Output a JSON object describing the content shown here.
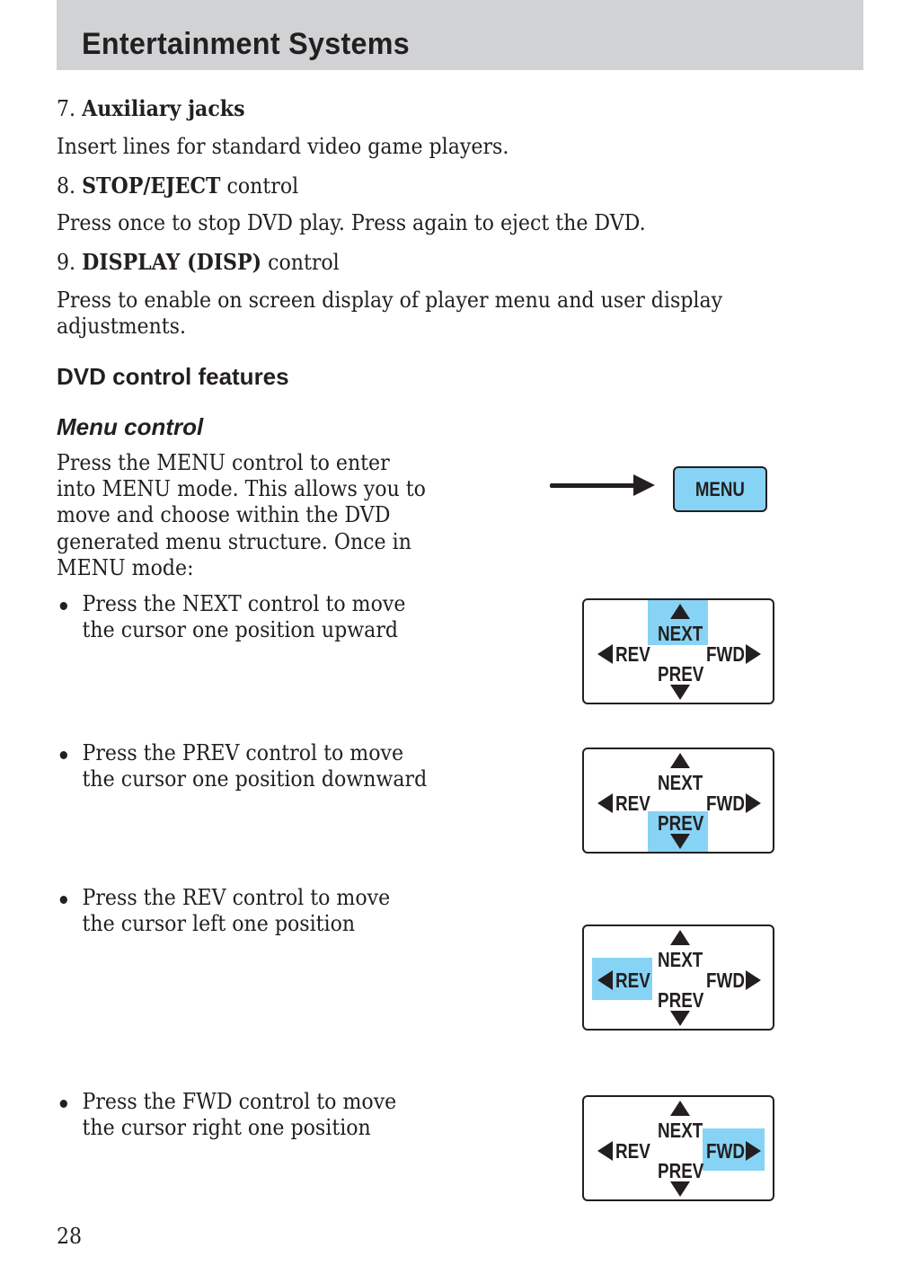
{
  "header": {
    "title": "Entertainment Systems"
  },
  "items": [
    {
      "number": "7.",
      "bold": "Auxiliary jacks",
      "suffix": "",
      "description": "Insert lines for standard video game players."
    },
    {
      "number": "8.",
      "bold": "STOP/EJECT",
      "suffix": " control",
      "description": "Press once to stop DVD play. Press again to eject the DVD."
    },
    {
      "number": "9.",
      "bold": "DISPLAY (DISP)",
      "suffix": " control",
      "description_lines": [
        "Press to enable on screen display of player menu and user display",
        "adjustments."
      ]
    }
  ],
  "section": {
    "title": "DVD control features"
  },
  "subsection": {
    "title": "Menu control",
    "intro_lines": [
      "Press the MENU control to enter",
      "into MENU mode. This allows you to",
      "move and choose within the DVD",
      "generated menu structure. Once in",
      "MENU mode:"
    ]
  },
  "bullets": [
    {
      "lines": [
        "Press the NEXT control to move",
        "the cursor one position upward"
      ],
      "highlight": "next"
    },
    {
      "lines": [
        "Press the PREV control to move",
        "the cursor one position downward"
      ],
      "highlight": "prev"
    },
    {
      "lines": [
        "Press the REV control to move",
        "the cursor left one position"
      ],
      "highlight": "rev"
    },
    {
      "lines": [
        "Press the FWD control to move",
        "the cursor right one position"
      ],
      "highlight": "fwd"
    }
  ],
  "diagram": {
    "menu_label": "MENU",
    "next_label": "NEXT",
    "prev_label": "PREV",
    "rev_label": "REV",
    "fwd_label": "FWD",
    "highlight_color": "#87d3f5"
  },
  "page_number": "28"
}
